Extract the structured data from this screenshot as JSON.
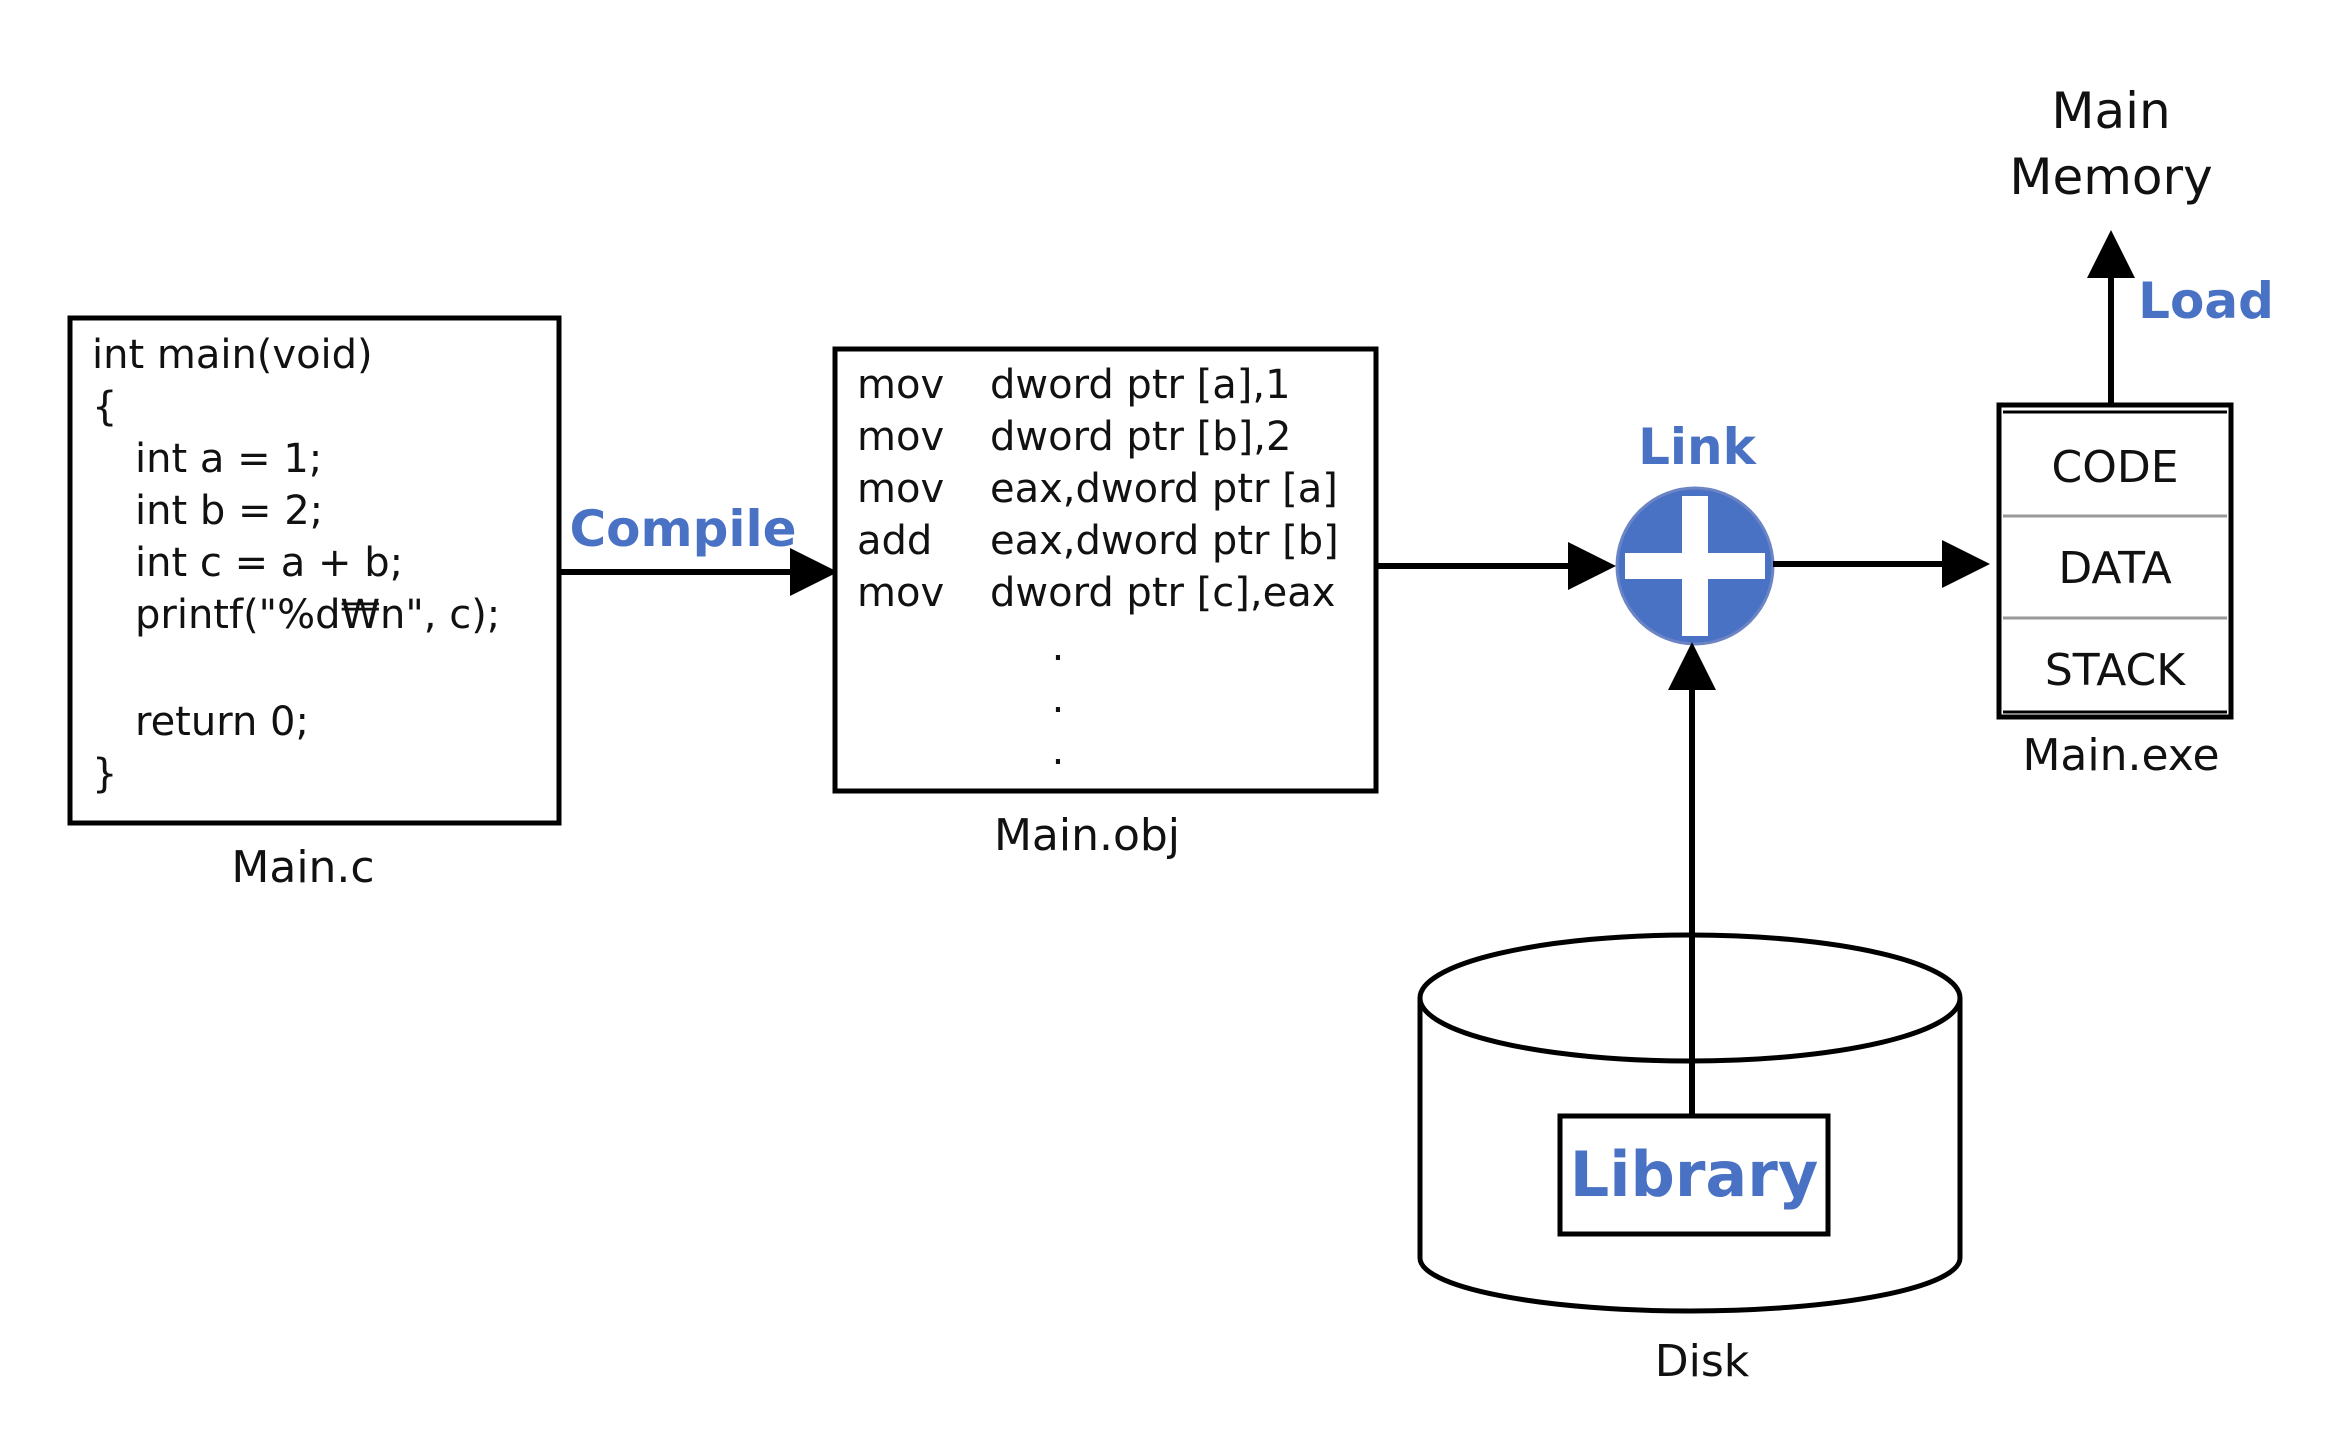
{
  "colors": {
    "accent": "#4a72c4",
    "stroke": "#000000",
    "text": "#111111"
  },
  "source": {
    "caption": "Main.c",
    "lines": [
      "int main(void)",
      "{",
      "int a = 1;",
      "int b = 2;",
      "int c = a + b;",
      "printf(\"%d₩n\", c);",
      "return 0;",
      "}"
    ]
  },
  "compile": {
    "label": "Compile"
  },
  "object": {
    "caption": "Main.obj",
    "rows": [
      {
        "op": "mov",
        "args": "dword ptr [a],1"
      },
      {
        "op": "mov",
        "args": "dword ptr [b],2"
      },
      {
        "op": "mov",
        "args": "eax,dword ptr [a]"
      },
      {
        "op": "add",
        "args": "eax,dword ptr [b]"
      },
      {
        "op": "mov",
        "args": "dword ptr [c],eax"
      }
    ],
    "ellipsis": [
      ".",
      ".",
      "."
    ]
  },
  "link": {
    "label": "Link",
    "icon": "plus-icon"
  },
  "disk": {
    "caption": "Disk",
    "library_label": "Library"
  },
  "executable": {
    "caption": "Main.exe",
    "sections": [
      "CODE",
      "DATA",
      "STACK"
    ]
  },
  "load": {
    "label": "Load"
  },
  "memory": {
    "line1": "Main",
    "line2": "Memory"
  }
}
